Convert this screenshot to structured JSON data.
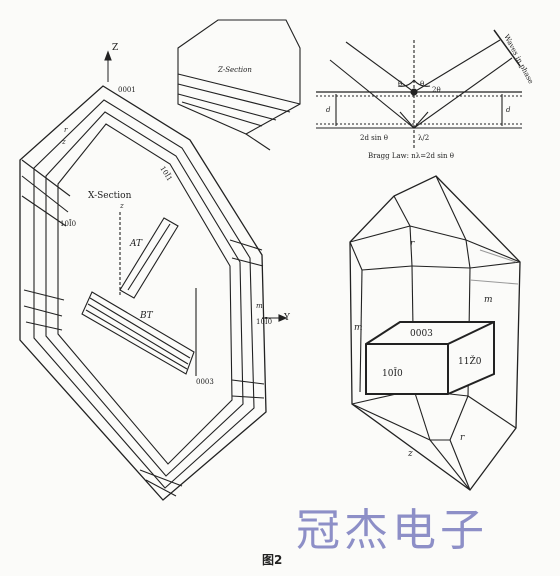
{
  "figure": {
    "caption": "图2",
    "watermark": "冠杰电子"
  },
  "axes": {
    "z": "Z",
    "y": "Y",
    "z_small": "z",
    "m": "m"
  },
  "big_crystal": {
    "x_section": "X-Section",
    "face_1011": "10Ī1",
    "face_1010": "10Ī0",
    "face_0001": "0001",
    "face_0003": "0003",
    "face_r": "r",
    "face_z": "z"
  },
  "cuts": {
    "at": "AT",
    "bt": "BT"
  },
  "z_section": {
    "title": "Z-Section"
  },
  "bragg": {
    "theta": "θ",
    "two_theta": "2θ",
    "d": "d",
    "formula_path": "2d sin θ",
    "lambda_frac": "λ/2",
    "law": "Bragg Law: nλ=2d sin θ",
    "wave_label": "Waves in phase"
  },
  "quartz": {
    "face_r": "r",
    "face_m": "m",
    "face_z": "z",
    "block_top": "0003",
    "block_front": "10Ī0",
    "block_side": "11Ž0"
  }
}
